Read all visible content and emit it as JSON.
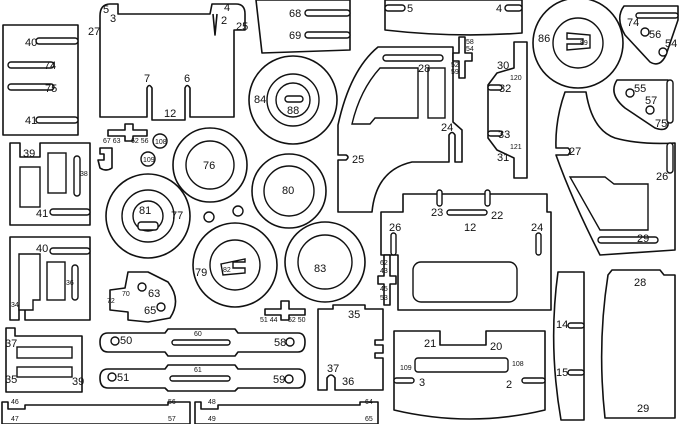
{
  "labels": {
    "frame12": [
      "5",
      "3",
      "4",
      "2",
      "27",
      "25",
      "7",
      "6",
      "12"
    ],
    "left_a": [
      "40",
      "74",
      "75",
      "41"
    ],
    "small_parts": [
      "67 63",
      "62 56",
      "108",
      "109"
    ],
    "left_b": [
      "39",
      "38",
      "41"
    ],
    "wheels": [
      "76",
      "81",
      "77",
      "80",
      "84",
      "88",
      "79",
      "82",
      "83",
      "86",
      "89"
    ],
    "top_mid": [
      "68",
      "69",
      "5",
      "4"
    ],
    "door": [
      "28",
      "24",
      "25"
    ],
    "side": [
      "30",
      "120",
      "32",
      "33",
      "121",
      "31"
    ],
    "tiny_cross_a": [
      "58",
      "54",
      "52",
      "59"
    ],
    "triangles": [
      "74",
      "56",
      "54",
      "55",
      "57",
      "75"
    ],
    "right_big": [
      "27",
      "26",
      "29"
    ],
    "chassis": [
      "23",
      "22",
      "12",
      "26",
      "24"
    ],
    "tiny_cross_b": [
      "62",
      "43",
      "45",
      "53"
    ],
    "plate": [
      "21",
      "20",
      "109",
      "108",
      "3",
      "2"
    ],
    "right_panels": [
      "14",
      "15",
      "28",
      "29"
    ],
    "left_c": [
      "40",
      "36",
      "34"
    ],
    "bracket": [
      "72",
      "70",
      "63",
      "65"
    ],
    "tiny_cross_c": [
      "51 44",
      "52 50"
    ],
    "block": [
      "35",
      "37",
      "36"
    ],
    "left_d": [
      "37",
      "35",
      "39"
    ],
    "bars": [
      "60",
      "50",
      "58",
      "61",
      "51",
      "59"
    ],
    "rails": [
      "46",
      "47",
      "56",
      "57",
      "48",
      "49",
      "64",
      "65"
    ]
  }
}
